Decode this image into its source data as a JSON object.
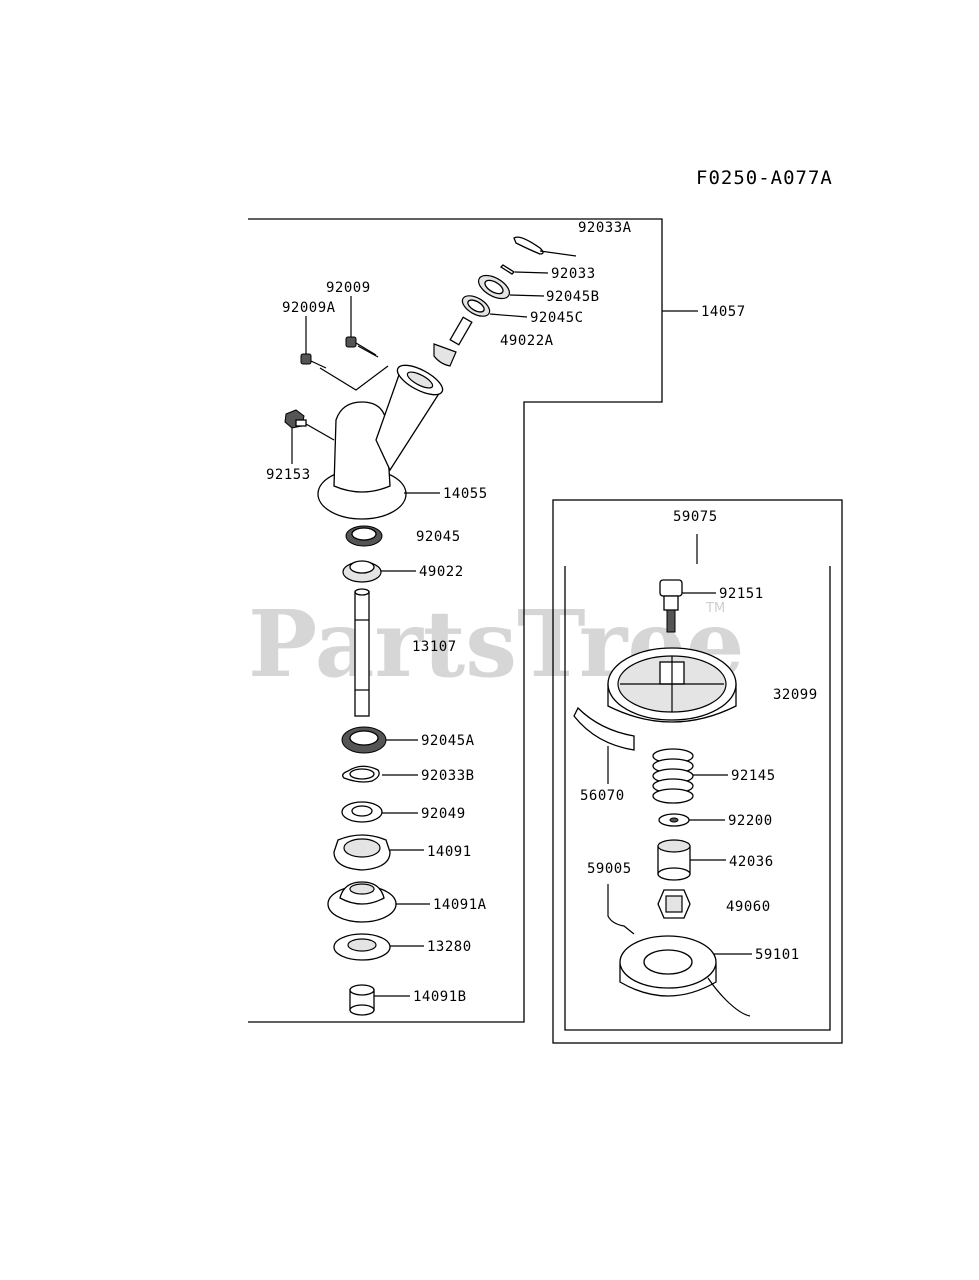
{
  "diagram_code": "F0250-A077A",
  "watermark": {
    "text": "PartsTree",
    "trademark": "TM"
  },
  "gear_case_assembly": {
    "callout": "14057",
    "parts": [
      {
        "id": "p-92033A",
        "label": "92033A"
      },
      {
        "id": "p-92033",
        "label": "92033"
      },
      {
        "id": "p-92045B",
        "label": "92045B"
      },
      {
        "id": "p-92045C",
        "label": "92045C"
      },
      {
        "id": "p-49022A",
        "label": "49022A"
      },
      {
        "id": "p-92009",
        "label": "92009"
      },
      {
        "id": "p-92009A",
        "label": "92009A"
      },
      {
        "id": "p-92153",
        "label": "92153"
      },
      {
        "id": "p-14055",
        "label": "14055"
      }
    ]
  },
  "shaft_parts": [
    {
      "id": "p-92045",
      "label": "92045"
    },
    {
      "id": "p-49022",
      "label": "49022"
    },
    {
      "id": "p-13107",
      "label": "13107"
    },
    {
      "id": "p-92045A",
      "label": "92045A"
    },
    {
      "id": "p-92033B",
      "label": "92033B"
    },
    {
      "id": "p-92049",
      "label": "92049"
    },
    {
      "id": "p-14091",
      "label": "14091"
    },
    {
      "id": "p-14091A",
      "label": "14091A"
    },
    {
      "id": "p-13280",
      "label": "13280"
    },
    {
      "id": "p-14091B",
      "label": "14091B"
    }
  ],
  "trimmer_head_assembly": {
    "callout": "59075",
    "parts": [
      {
        "id": "p-92151",
        "label": "92151"
      },
      {
        "id": "p-32099",
        "label": "32099"
      },
      {
        "id": "p-56070",
        "label": "56070"
      },
      {
        "id": "p-92145",
        "label": "92145"
      },
      {
        "id": "p-92200",
        "label": "92200"
      },
      {
        "id": "p-42036",
        "label": "42036"
      },
      {
        "id": "p-59005",
        "label": "59005"
      },
      {
        "id": "p-49060",
        "label": "49060"
      },
      {
        "id": "p-59101",
        "label": "59101"
      }
    ]
  }
}
